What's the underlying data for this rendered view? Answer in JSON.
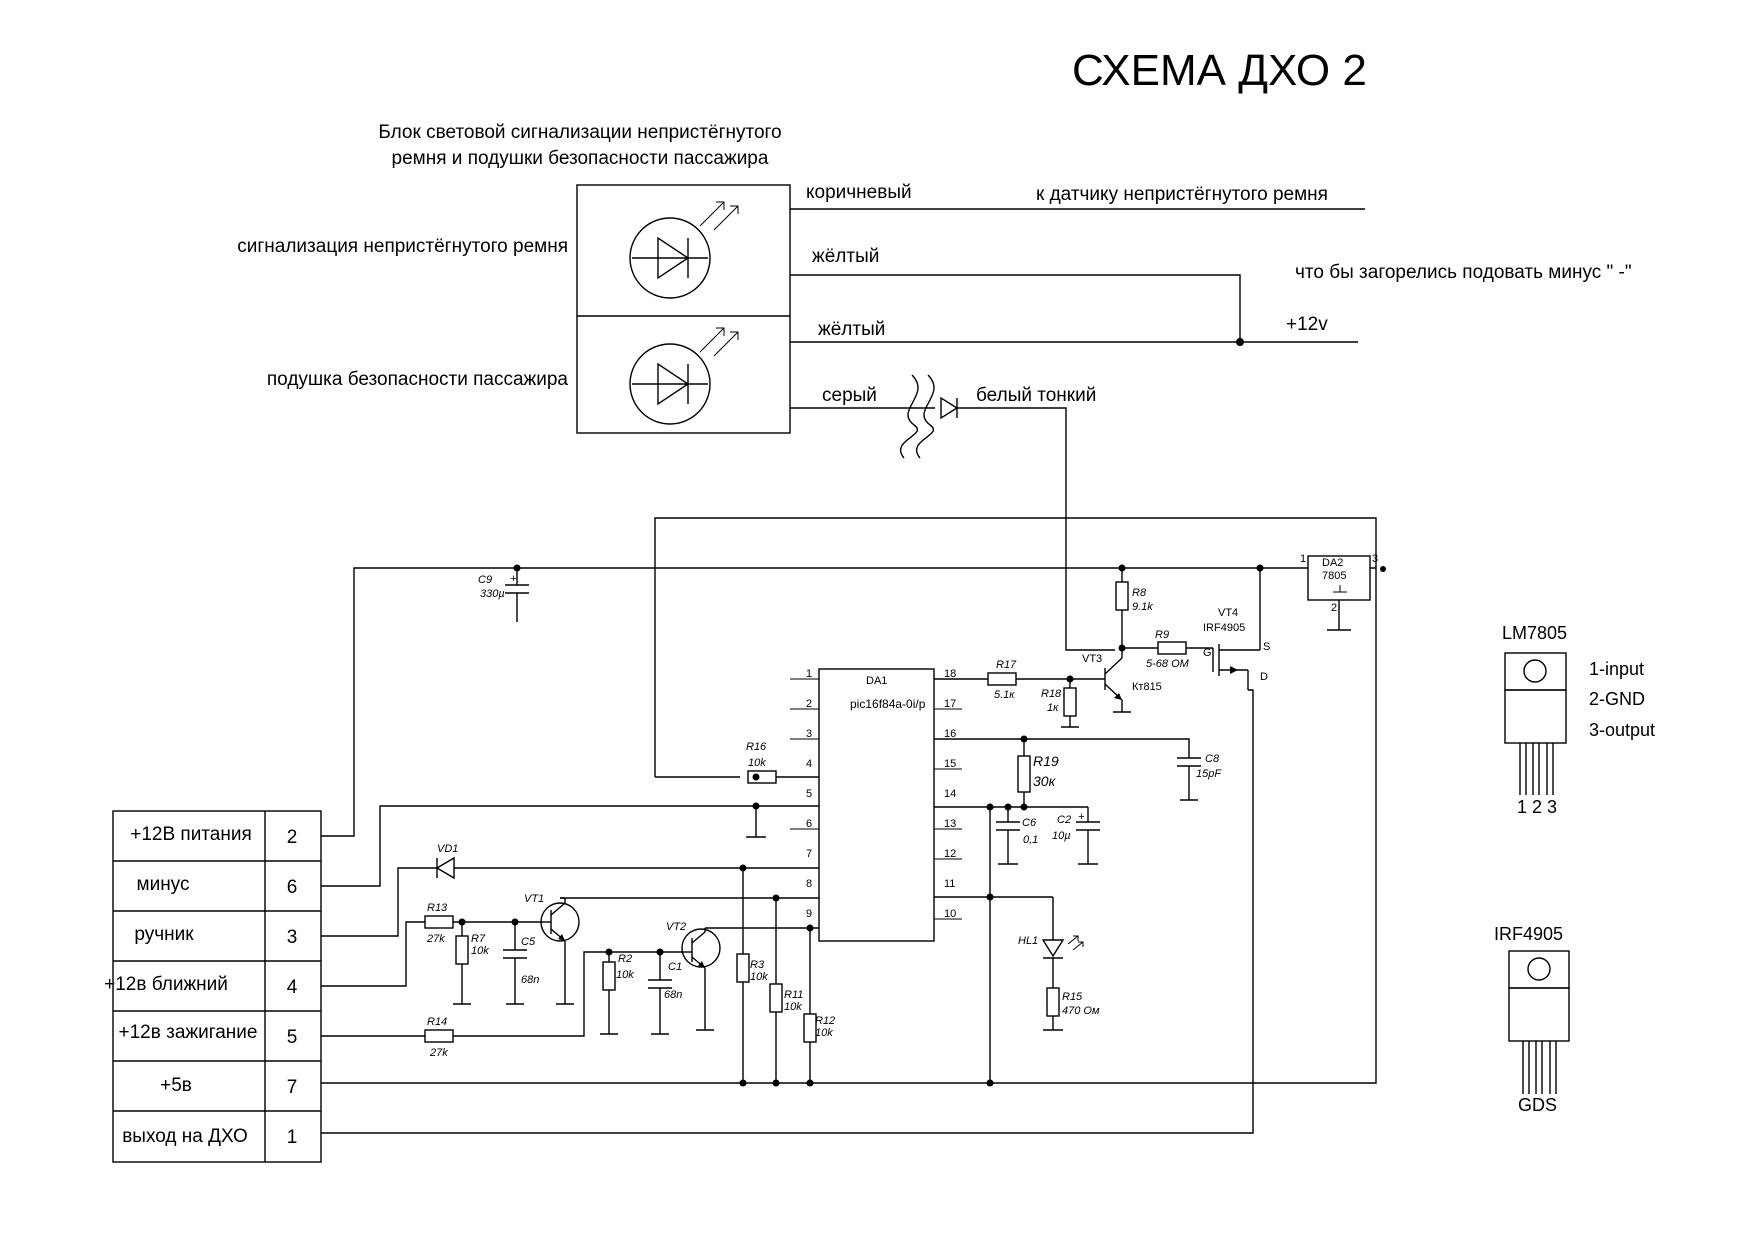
{
  "title": "СХЕМА ДХО 2",
  "panel": {
    "heading_line1": "Блок световой сигнализации непристёгнутого",
    "heading_line2": "ремня и подушки безопасности пассажира",
    "lamp1_label": "сигнализация непристёгнутого ремня",
    "lamp2_label": "подушка безопасности пассажира",
    "wire_brown": "коричневый",
    "wire_yellow1": "жёлтый",
    "wire_yellow2": "жёлтый",
    "wire_grey": "серый",
    "wire_white": "белый тонкий",
    "to_belt_sensor": "к датчику непристёгнутого ремня",
    "note_minus": "что бы загорелись подовать минус \" -\"",
    "plus12v": "+12v"
  },
  "connector": [
    {
      "name": "+12В питания",
      "pin": "2"
    },
    {
      "name": "минус",
      "pin": "6"
    },
    {
      "name": "ручник",
      "pin": "3"
    },
    {
      "name": "+12в ближний",
      "pin": "4"
    },
    {
      "name": "+12в зажигание",
      "pin": "5"
    },
    {
      "name": "+5в",
      "pin": "7"
    },
    {
      "name": "выход на ДХО",
      "pin": "1"
    }
  ],
  "mcu": {
    "ref": "DA1",
    "part": "pic16f84a-0i/p",
    "left_pins": [
      "1",
      "2",
      "3",
      "4",
      "5",
      "6",
      "7",
      "8",
      "9"
    ],
    "right_pins": [
      "18",
      "17",
      "16",
      "15",
      "14",
      "13",
      "12",
      "11",
      "10"
    ]
  },
  "components": {
    "c9": {
      "ref": "C9",
      "value": "330µ"
    },
    "c5": {
      "ref": "C5",
      "value": "68n"
    },
    "c1": {
      "ref": "C1",
      "value": "68n"
    },
    "c6": {
      "ref": "C6",
      "value": "0,1"
    },
    "c2": {
      "ref": "C2",
      "value": "10µ"
    },
    "c8": {
      "ref": "C8",
      "value": "15pF"
    },
    "r2": {
      "ref": "R2",
      "value": "10k"
    },
    "r3": {
      "ref": "R3",
      "value": "10k"
    },
    "r7": {
      "ref": "R7",
      "value": "10k"
    },
    "r8": {
      "ref": "R8",
      "value": "9.1k"
    },
    "r9": {
      "ref": "R9",
      "value": "5-68 ОМ"
    },
    "r11": {
      "ref": "R11",
      "value": "10k"
    },
    "r12": {
      "ref": "R12",
      "value": "10k"
    },
    "r13": {
      "ref": "R13",
      "value": "27k"
    },
    "r14": {
      "ref": "R14",
      "value": "27k"
    },
    "r15": {
      "ref": "R15",
      "value": "470 Ом"
    },
    "r16": {
      "ref": "R16",
      "value": "10k"
    },
    "r17": {
      "ref": "R17",
      "value": "5.1к"
    },
    "r18": {
      "ref": "R18",
      "value": "1к"
    },
    "r19": {
      "ref": "R19",
      "value": "30к"
    },
    "vd1": {
      "ref": "VD1"
    },
    "hl1": {
      "ref": "HL1"
    },
    "vt1": {
      "ref": "VT1"
    },
    "vt2": {
      "ref": "VT2"
    },
    "vt3": {
      "ref": "VT3",
      "value": "Кт815"
    },
    "vt4": {
      "ref": "VT4",
      "value": "IRF4905",
      "gate": "G",
      "source": "S",
      "drain": "D"
    },
    "da2": {
      "ref": "DA2",
      "value": "7805",
      "pin_in": "1",
      "pin_gnd": "2",
      "pin_out": "3"
    }
  },
  "packages": {
    "lm7805": {
      "name": "LM7805",
      "pins": "1 2 3",
      "desc": [
        "1-input",
        "2-GND",
        "3-output"
      ]
    },
    "irf4905": {
      "name": "IRF4905",
      "pins": "GDS"
    }
  }
}
